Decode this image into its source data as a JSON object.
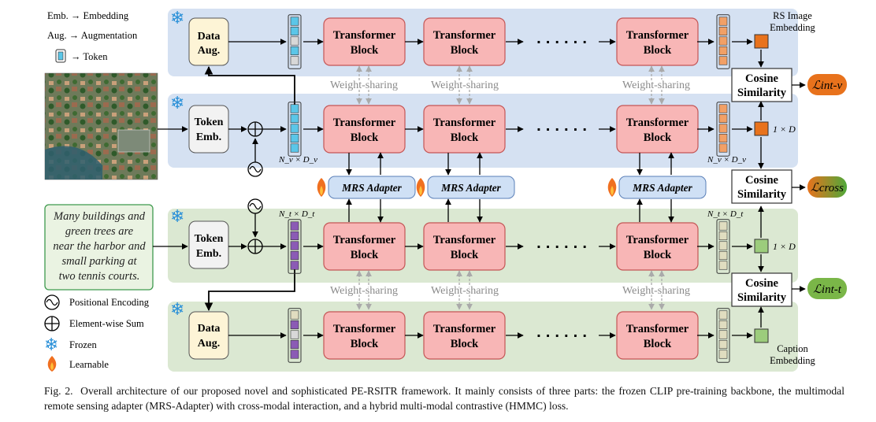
{
  "legend_top": {
    "emb": "Emb. → Embedding",
    "aug": "Aug. → Augmentation",
    "token": "→ Token"
  },
  "legend_bottom": {
    "positional": "Positional Encoding",
    "sum": "Element-wise Sum",
    "frozen": "Frozen",
    "learnable": "Learnable"
  },
  "blocks": {
    "data_aug": [
      "Data",
      "Aug."
    ],
    "token_emb": [
      "Token",
      "Emb."
    ],
    "transformer": [
      "Transformer",
      "Block"
    ],
    "adapter": "MRS Adapter",
    "cosine": [
      "Cosine",
      "Similarity"
    ],
    "ellipsis": "· · · · · ·",
    "weight_sharing": "Weight-sharing"
  },
  "labels": {
    "rs_image_embedding": [
      "RS Image",
      "Embedding"
    ],
    "caption_embedding": [
      "Caption",
      "Embedding"
    ],
    "one_by_d": "1 × D",
    "nv_dv": "N_v × D_v",
    "nt_dt": "N_t × D_t"
  },
  "losses": {
    "int_v": "ℒint-v",
    "cross": "ℒcross",
    "int_t": "ℒint-t"
  },
  "caption_text": "Many buildings and green trees are near the harbor and small parking at two tennis courts.",
  "caption_lines": [
    "Many buildings and",
    "green trees are",
    "near the harbor and",
    "small parking at",
    "two tennis courts."
  ],
  "figure_caption": {
    "label": "Fig. 2.",
    "text": "Overall architecture of our proposed novel and sophisticated PE-RSITR framework. It mainly consists of three parts: the frozen CLIP pre-training backbone, the multimodal remote sensing adapter (MRS-Adapter) with cross-modal interaction, and a hybrid multi-modal contrastive (HMMC) loss."
  },
  "colors": {
    "blue_panel": "#d5e1f2",
    "green_panel": "#dbe8d2",
    "transformer_fill": "#f8b6b6",
    "transformer_stroke": "#c45555",
    "data_aug_fill": "#fdf4d6",
    "token_emb_fill": "#f2f2f2",
    "adapter_fill": "#cfe0f5",
    "orange": "#e8721c",
    "green": "#7ab648",
    "token_blue": "#5bc6e8",
    "token_purple": "#8b5bb5",
    "snowflake": "#2a90d8"
  }
}
